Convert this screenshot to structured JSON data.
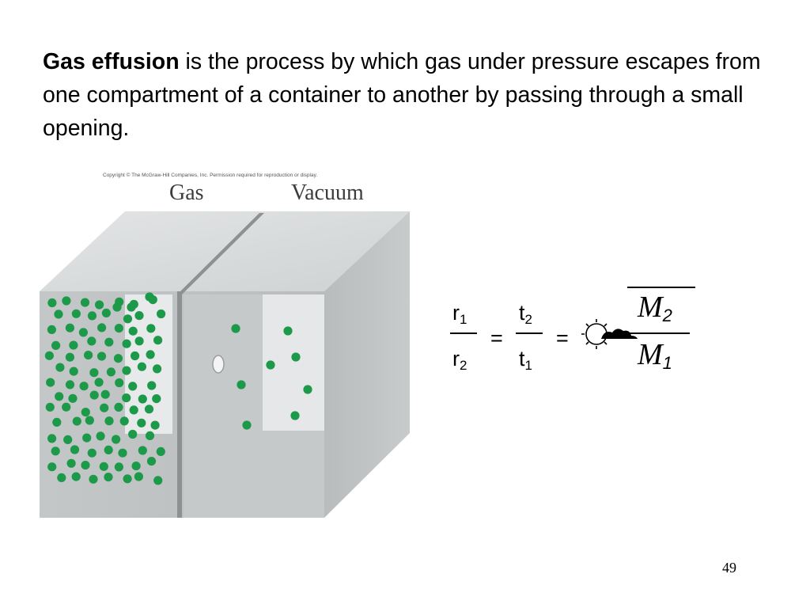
{
  "slide": {
    "text_bold": "Gas effusion",
    "text_rest": " is the process by which gas under pressure escapes from one compartment of a container to another by passing through a small opening.",
    "page_number": "49"
  },
  "figure": {
    "copyright": "Copyright © The McGraw-Hill Companies, Inc. Permission required for reproduction or display.",
    "label_left": "Gas",
    "label_right": "Vacuum",
    "molecule_color": "#1c9a4a",
    "box_color": "#c9cccd"
  },
  "equation": {
    "r1": "r",
    "r1_sub": "1",
    "r2": "r",
    "r2_sub": "2",
    "t2": "t",
    "t2_sub": "2",
    "t1": "t",
    "t1_sub": "1",
    "equals": "=",
    "m_top": "M",
    "m_top_sub": "2",
    "m_bottom": "M",
    "m_bottom_sub": "1"
  }
}
